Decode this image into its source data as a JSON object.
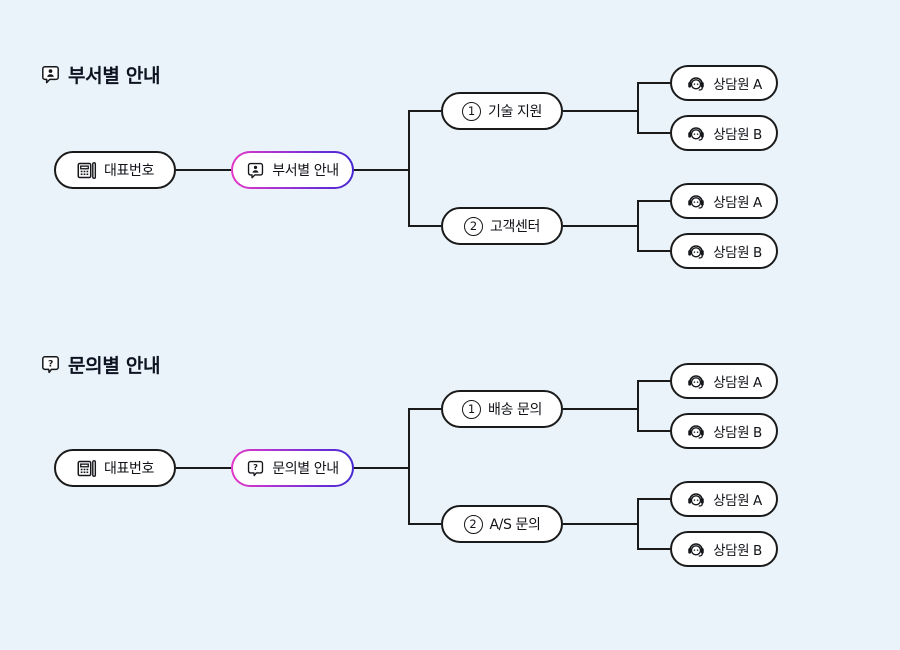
{
  "page": {
    "background": "#e9f3f9"
  },
  "colors": {
    "node_border": "#1a1a1a",
    "node_background": "#ffffff",
    "line": "#1a1a1a",
    "text": "#111318",
    "hub_gradient_start": "#e437c7",
    "hub_gradient_end": "#4527d2"
  },
  "icons": {
    "header1": "person-bubble-icon",
    "header2": "question-bubble-icon",
    "root": "fax-phone-icon",
    "agent": "headset-agent-icon"
  },
  "sections": [
    {
      "title": "부서별 안내",
      "root": {
        "label": "대표번호"
      },
      "hub": {
        "label": "부서별 안내"
      },
      "branches": [
        {
          "number": "1",
          "label": "기술 지원",
          "agents": [
            {
              "label": "상담원 A"
            },
            {
              "label": "상담원 B"
            }
          ]
        },
        {
          "number": "2",
          "label": "고객센터",
          "agents": [
            {
              "label": "상담원 A"
            },
            {
              "label": "상담원 B"
            }
          ]
        }
      ]
    },
    {
      "title": "문의별 안내",
      "root": {
        "label": "대표번호"
      },
      "hub": {
        "label": "문의별 안내"
      },
      "branches": [
        {
          "number": "1",
          "label": "배송 문의",
          "agents": [
            {
              "label": "상담원 A"
            },
            {
              "label": "상담원 B"
            }
          ]
        },
        {
          "number": "2",
          "label": "A/S 문의",
          "agents": [
            {
              "label": "상담원 A"
            },
            {
              "label": "상담원 B"
            }
          ]
        }
      ]
    }
  ]
}
